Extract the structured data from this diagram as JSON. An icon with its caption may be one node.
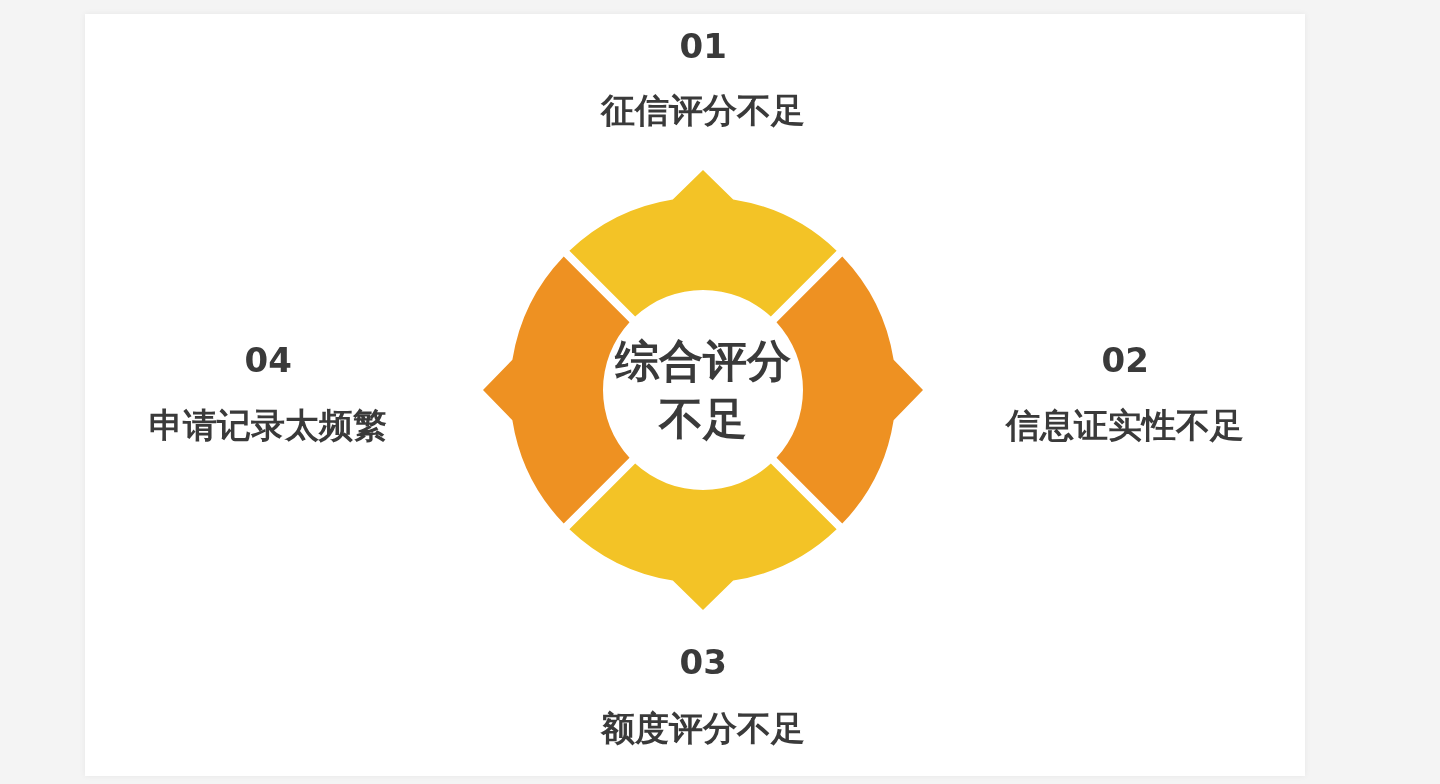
{
  "diagram": {
    "nodes": [
      {
        "text": [
          "综合评分不足"
        ]
      },
      {
        "text": [
          "01",
          "征信评分不足"
        ]
      },
      {
        "text": [
          "02",
          "信息证实性不足"
        ]
      },
      {
        "text": [
          "03",
          "额度评分不足"
        ]
      },
      {
        "text": [
          "04",
          "申请记录太频繁"
        ]
      }
    ],
    "edges": []
  }
}
